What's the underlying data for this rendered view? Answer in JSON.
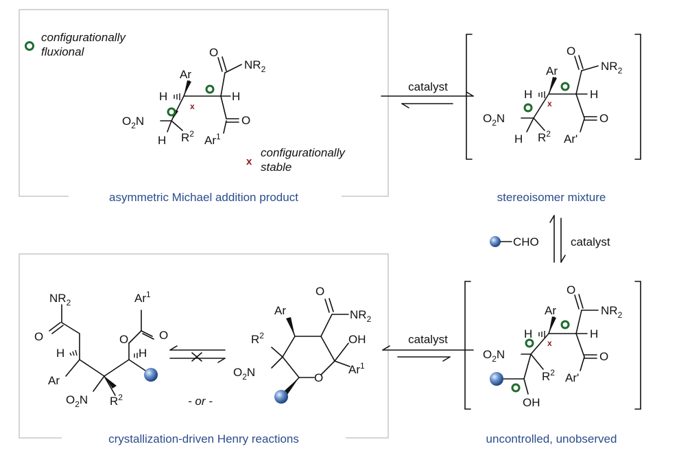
{
  "legend": {
    "fluxional_l1": "configurationally",
    "fluxional_l2": "fluxional",
    "stable_l1": "configurationally",
    "stable_l2": "stable",
    "fluxional_marker_color": "#1f6b2c",
    "stable_marker_color": "#8b1a1a",
    "stable_marker": "x"
  },
  "captions": {
    "michael": "asymmetric Michael addition product",
    "mixture": "stereoisomer mixture",
    "henry": "crystallization-driven Henry reactions",
    "uncontrolled": "uncontrolled, unobserved"
  },
  "arrows": {
    "catalyst_top": "catalyst",
    "catalyst_right": "catalyst",
    "catalyst_bottom": "catalyst",
    "aldehyde": "CHO",
    "or": "- or -"
  },
  "atoms": {
    "Ar": "Ar",
    "H": "H",
    "O": "O",
    "OH": "OH",
    "NR": "NR",
    "NR_sub": "2",
    "O2N_a": "O",
    "O2N_sub": "2",
    "O2N_b": "N",
    "R": "R",
    "R_sup": "2",
    "Ar1": "Ar",
    "Ar1_sup": "1",
    "Arp": "Ar'"
  },
  "colors": {
    "caption": "#2b4c8c",
    "box_border": "#b9b9b9",
    "sphere": "#5b87c5"
  }
}
